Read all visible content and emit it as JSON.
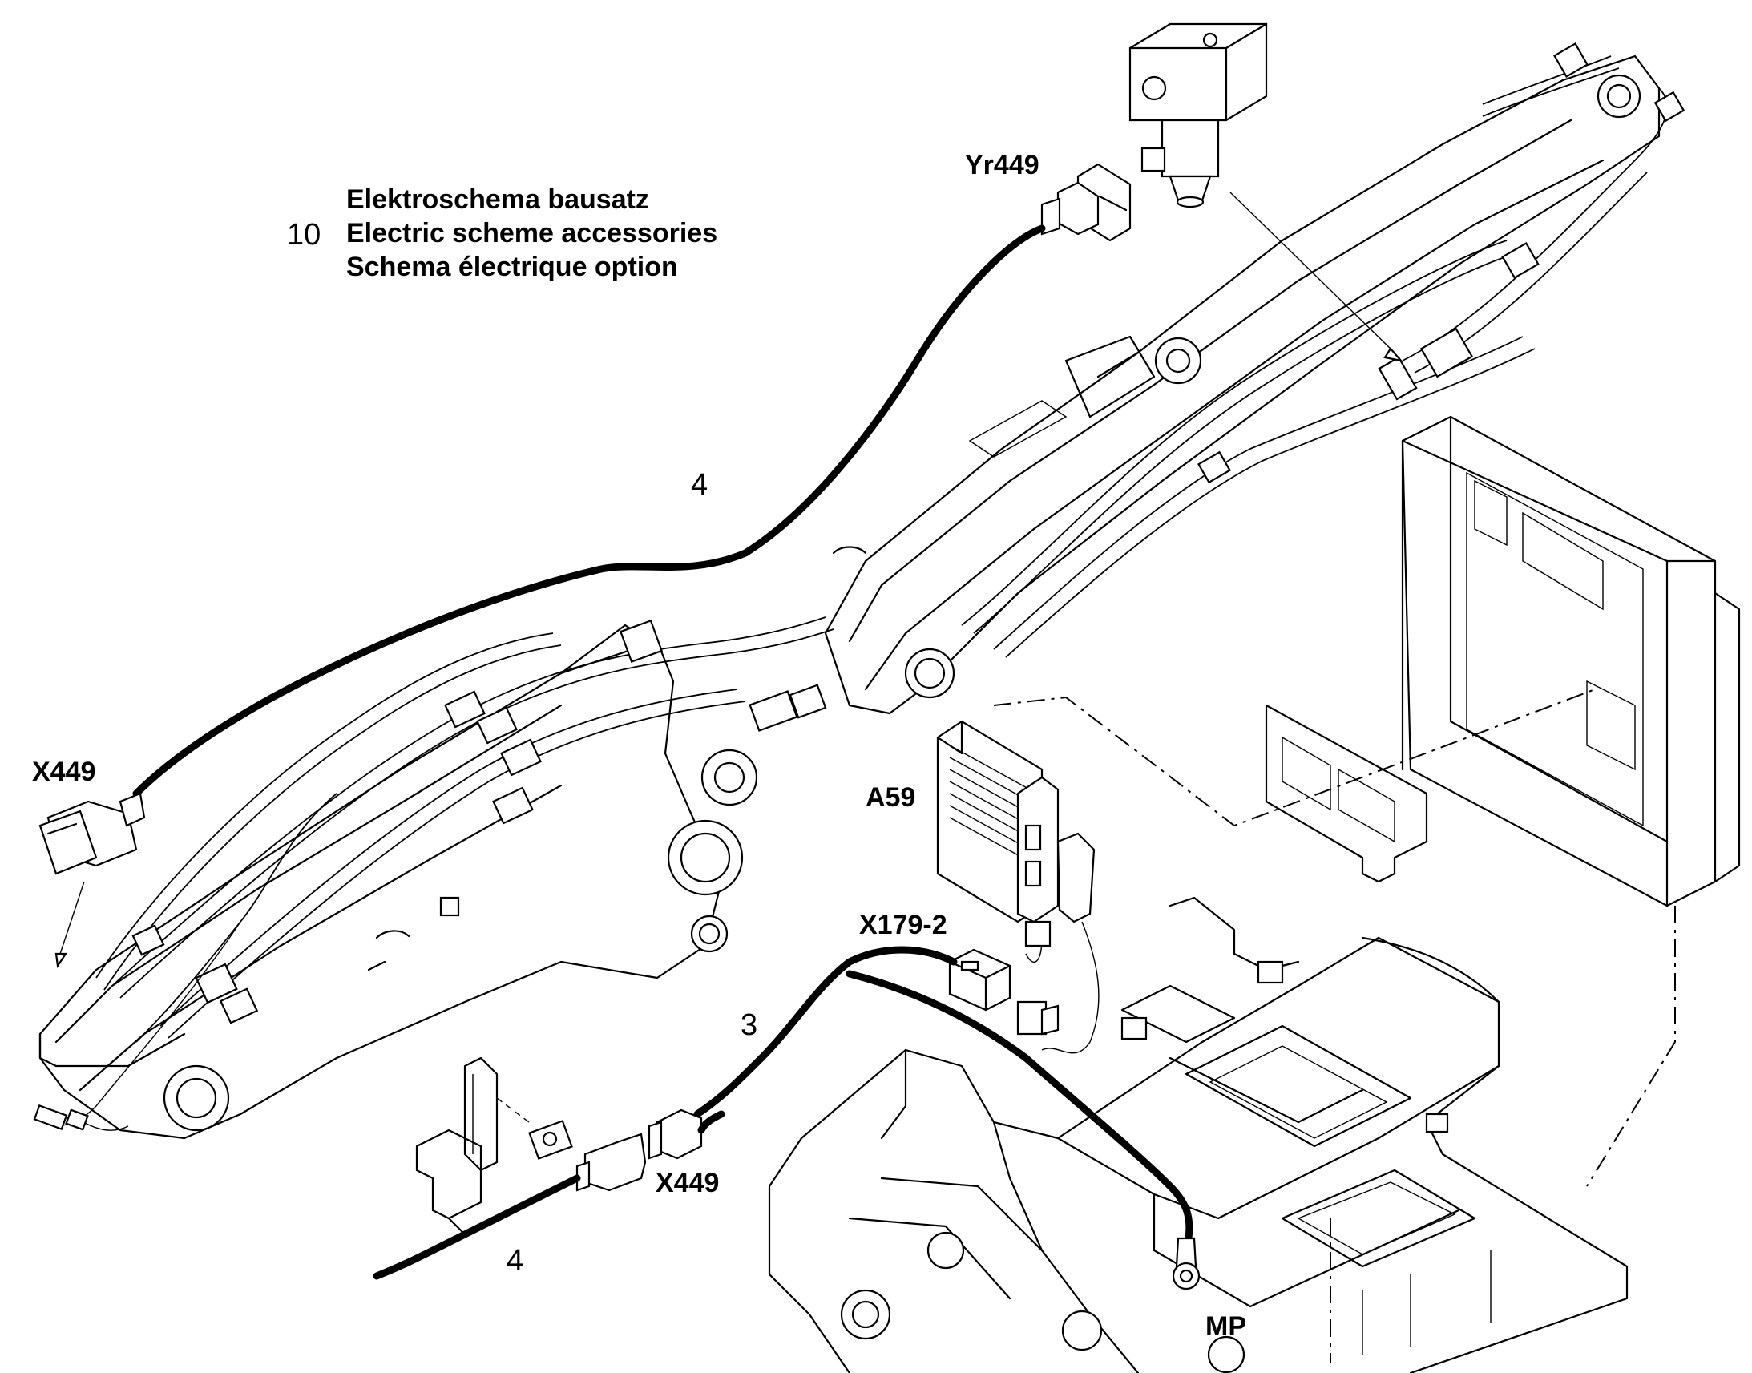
{
  "title": {
    "item_number": "10",
    "line_de": "Elektroschema bausatz",
    "line_en": "Electric scheme accessories",
    "line_fr": "Schema électrique option"
  },
  "labels": {
    "yr449": "Yr449",
    "x449_left": "X449",
    "a59": "A59",
    "x179_2": "X179-2",
    "x449_bottom": "X449",
    "mp": "MP"
  },
  "callouts": {
    "cable_top": "4",
    "cable_mid": "3",
    "cable_bottom": "4"
  }
}
